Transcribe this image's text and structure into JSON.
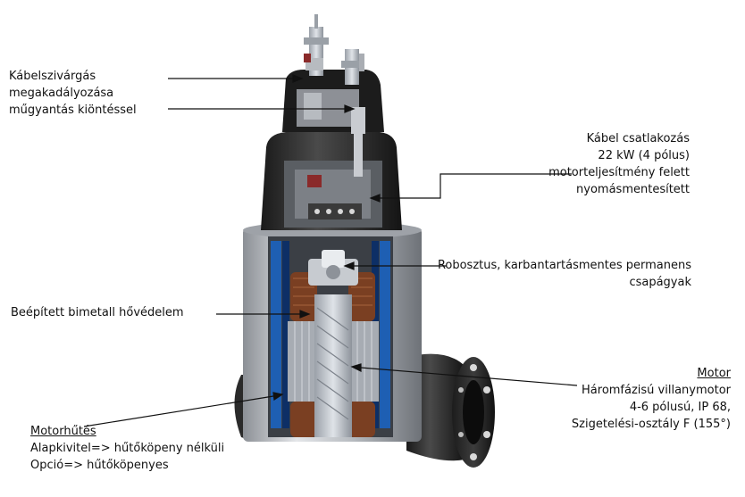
{
  "colors": {
    "housing_dark": "#2b2b2b",
    "housing_black": "#121212",
    "steel": "#c8cbcf",
    "steel_dark": "#7e8288",
    "insulation_blue": "#1e5fb3",
    "copper": "#8a4a2a",
    "text": "#111111"
  },
  "labels": {
    "cable_seal": {
      "lines": [
        "Kábelszivárgás",
        "megakadályozása",
        "műgyantás kiöntéssel"
      ]
    },
    "cable_conn": {
      "lines": [
        "Kábel csatlakozás",
        "22 kW (4 pólus)",
        "motorteljesítmény  felett",
        "nyomásmentesített"
      ]
    },
    "bearings": {
      "lines": [
        "Robosztus, karbantartásmentes permanens",
        "csapágyak"
      ]
    },
    "thermal": {
      "lines": [
        "Beépített bimetall hővédelem"
      ]
    },
    "motor": {
      "heading": "Motor",
      "lines": [
        "Háromfázisú villanymotor",
        "4-6 pólusú, IP 68,",
        "Szigetelési-osztály F (155°)"
      ]
    },
    "cooling": {
      "heading": "Motorhűtés",
      "lines": [
        "Alapkivitel=> hűtőköpeny  nélküli",
        "Opció=> hűtőköpenyes"
      ]
    }
  }
}
